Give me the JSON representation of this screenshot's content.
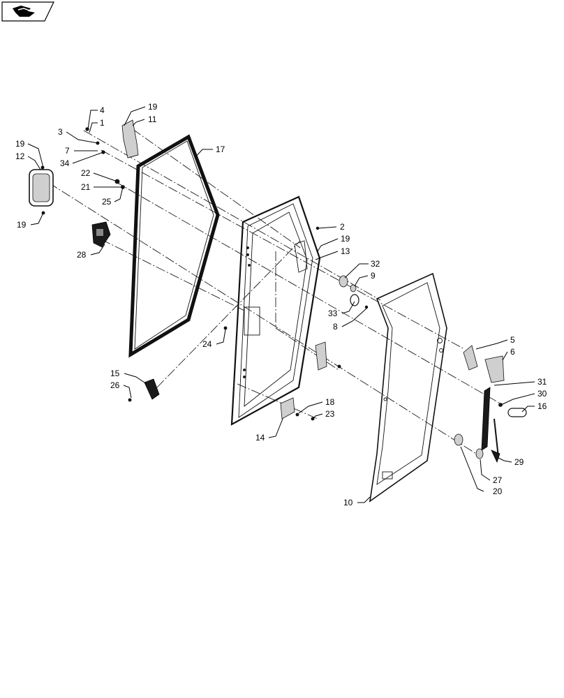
{
  "toolbar": {
    "back_icon": "back-arrow-icon"
  },
  "callouts": [
    {
      "id": "c-4",
      "text": "4"
    },
    {
      "id": "c-1",
      "text": "1"
    },
    {
      "id": "c-3",
      "text": "3"
    },
    {
      "id": "c-7",
      "text": "7"
    },
    {
      "id": "c-34",
      "text": "34"
    },
    {
      "id": "c-22",
      "text": "22"
    },
    {
      "id": "c-21",
      "text": "21"
    },
    {
      "id": "c-25",
      "text": "25"
    },
    {
      "id": "c-19a",
      "text": "19"
    },
    {
      "id": "c-11",
      "text": "11"
    },
    {
      "id": "c-17",
      "text": "17"
    },
    {
      "id": "c-19b",
      "text": "19"
    },
    {
      "id": "c-12",
      "text": "12"
    },
    {
      "id": "c-19c",
      "text": "19"
    },
    {
      "id": "c-28",
      "text": "28"
    },
    {
      "id": "c-2",
      "text": "2"
    },
    {
      "id": "c-19d",
      "text": "19"
    },
    {
      "id": "c-13",
      "text": "13"
    },
    {
      "id": "c-32",
      "text": "32"
    },
    {
      "id": "c-9",
      "text": "9"
    },
    {
      "id": "c-33",
      "text": "33"
    },
    {
      "id": "c-8",
      "text": "8"
    },
    {
      "id": "c-24",
      "text": "24"
    },
    {
      "id": "c-5",
      "text": "5"
    },
    {
      "id": "c-6",
      "text": "6"
    },
    {
      "id": "c-31",
      "text": "31"
    },
    {
      "id": "c-30",
      "text": "30"
    },
    {
      "id": "c-16",
      "text": "16"
    },
    {
      "id": "c-15",
      "text": "15"
    },
    {
      "id": "c-26",
      "text": "26"
    },
    {
      "id": "c-18",
      "text": "18"
    },
    {
      "id": "c-23",
      "text": "23"
    },
    {
      "id": "c-14",
      "text": "14"
    },
    {
      "id": "c-29",
      "text": "29"
    },
    {
      "id": "c-27",
      "text": "27"
    },
    {
      "id": "c-20",
      "text": "20"
    },
    {
      "id": "c-10",
      "text": "10"
    }
  ]
}
